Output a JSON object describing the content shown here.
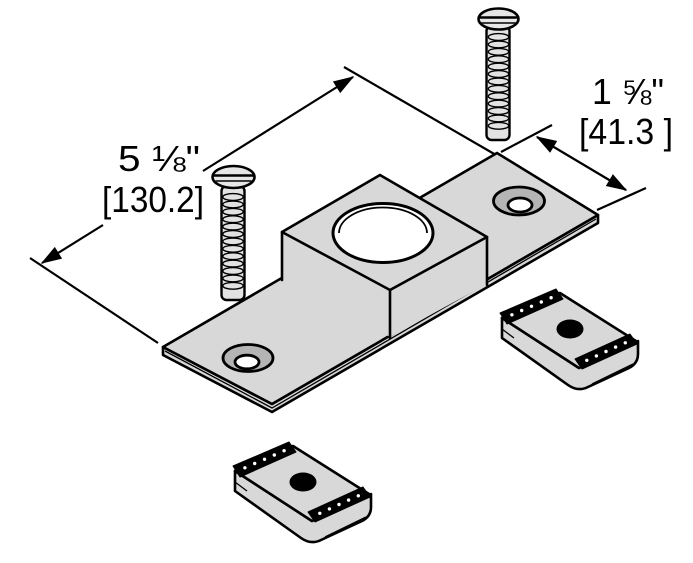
{
  "diagram": {
    "dimensions": {
      "length": {
        "inches": "5 ⅛\"",
        "mm": "[130.2]"
      },
      "width": {
        "inches": "1 ⅝\"",
        "mm": "[41.3 ]"
      }
    },
    "colors": {
      "background": "#ffffff",
      "part_fill": "#d8d8d8",
      "outline": "#000000",
      "countersink_ring": "#b4b4b4",
      "bolt_hole": "#ffffff",
      "nut_hole": "#000000"
    }
  }
}
